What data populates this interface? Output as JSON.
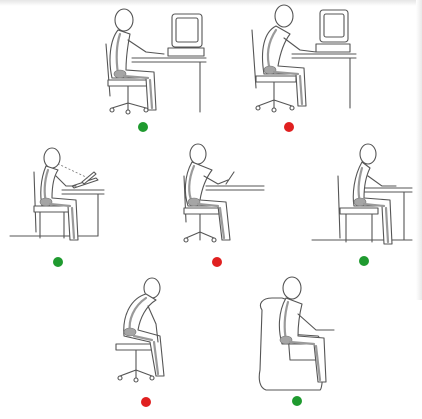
{
  "status_colors": {
    "good": "#1f9a2f",
    "bad": "#e02020"
  },
  "line_color": "#555555",
  "skeleton_color": "#9a9a9a",
  "fill_color": "#ffffff",
  "figures": [
    {
      "name": "desk-monitor-upright",
      "status": "good"
    },
    {
      "name": "desk-monitor-slouched",
      "status": "bad"
    },
    {
      "name": "desk-laptop-stand",
      "status": "good"
    },
    {
      "name": "desk-writing-hunched",
      "status": "bad"
    },
    {
      "name": "desk-writing-upright",
      "status": "good"
    },
    {
      "name": "stool-bent-forward",
      "status": "bad"
    },
    {
      "name": "armchair-upright",
      "status": "good"
    }
  ]
}
